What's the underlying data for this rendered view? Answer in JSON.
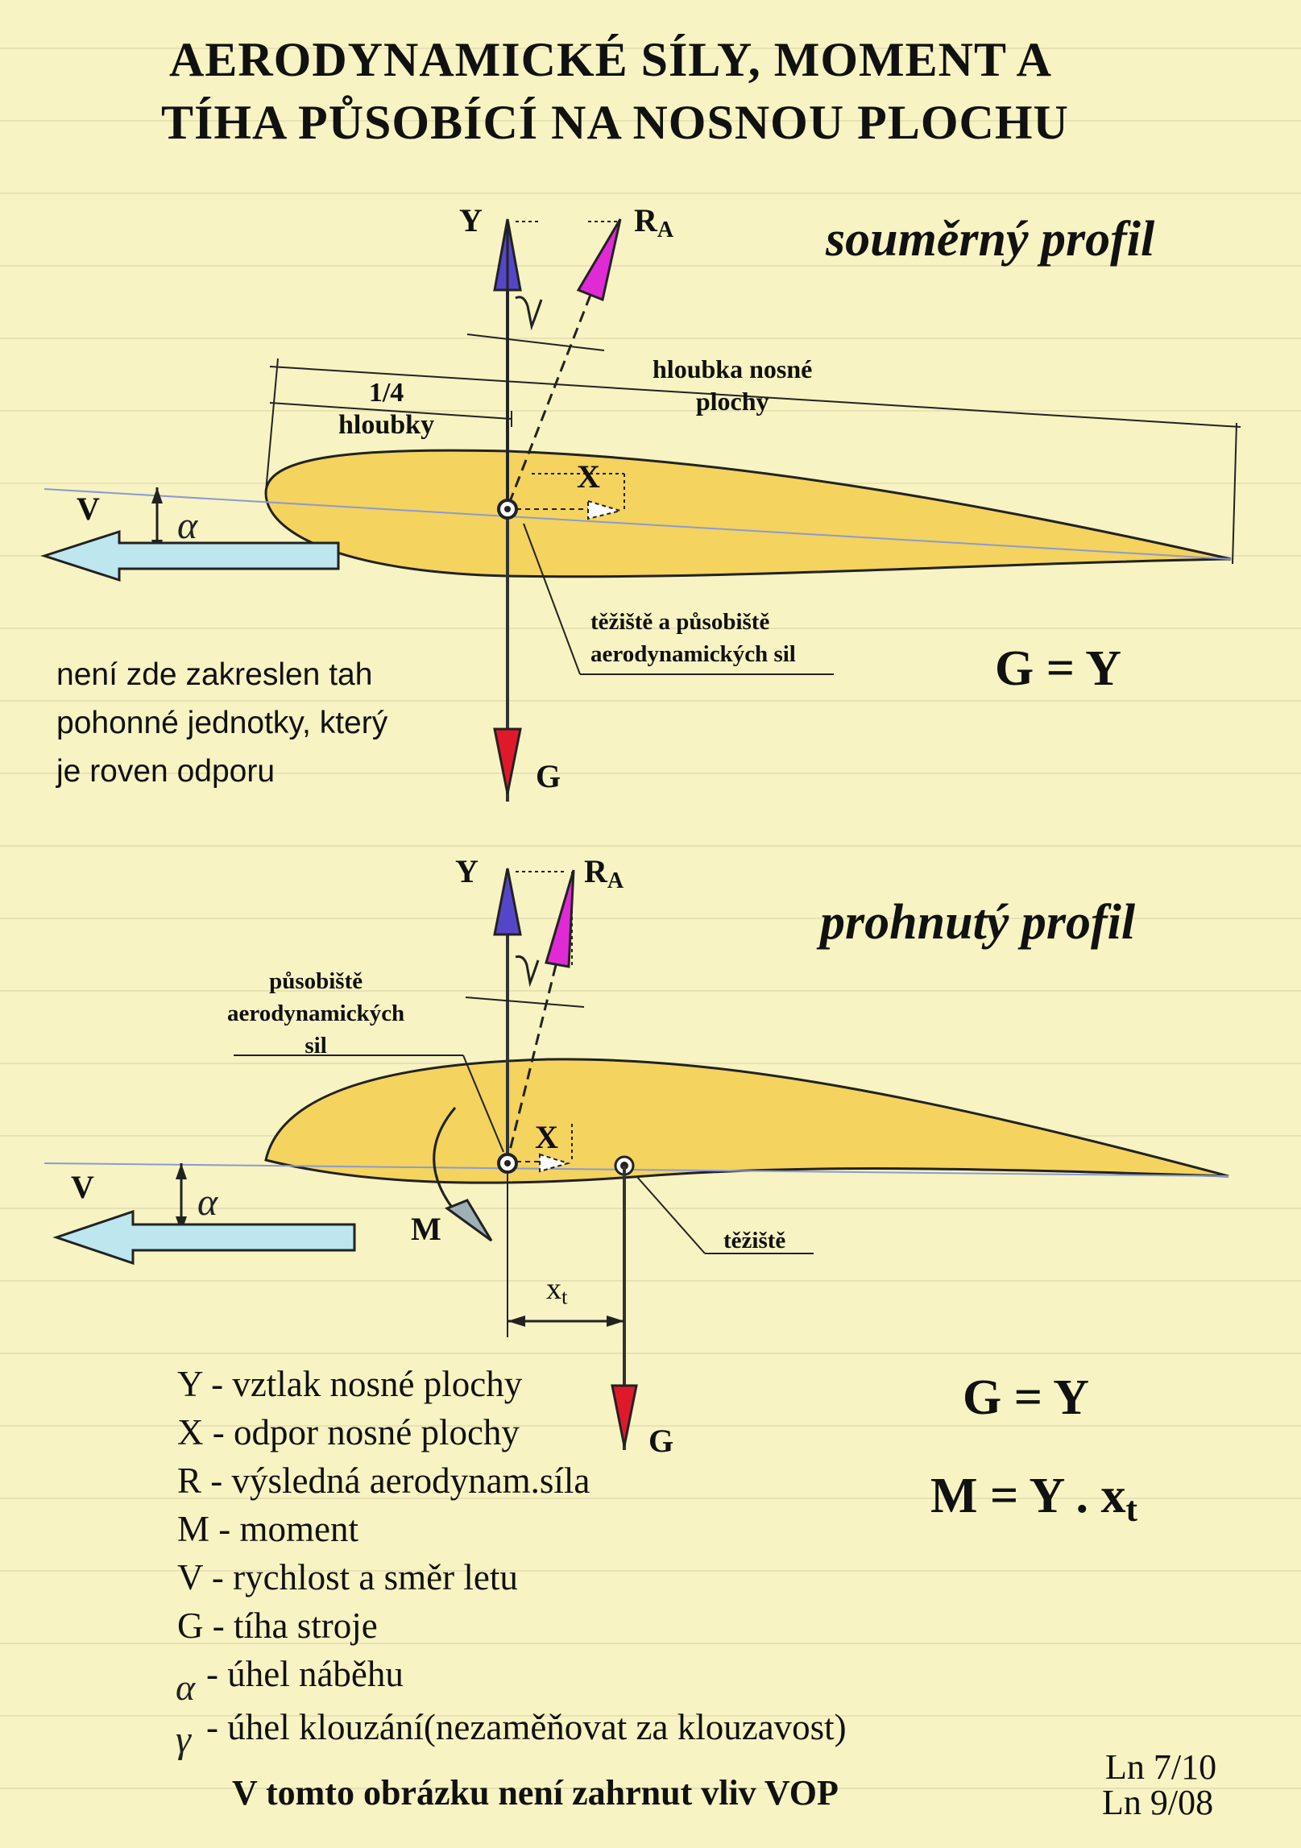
{
  "title": {
    "line1": "AERODYNAMICKÉ SÍLY, MOMENT A",
    "line2": "TÍHA PŮSOBÍCÍ NA NOSNOU PLOCHU"
  },
  "section_top": {
    "heading": "souměrný profil",
    "force_y": "Y",
    "force_r": "R",
    "force_r_sub": "A",
    "force_x": "X",
    "force_g": "G",
    "velocity": "V",
    "quarter_label": "1/4",
    "quarter_label2": "hloubky",
    "chord_label": "hloubka  nosné",
    "chord_label2": "plochy",
    "cg_label": "těžiště a působiště",
    "cg_label2": "aerodynamických sil",
    "note": [
      "není zde zakreslen tah",
      "pohonné jednotky, který",
      "je roven odporu"
    ],
    "equation": "G = Y"
  },
  "section_bottom": {
    "heading": "prohnutý profil",
    "force_y": "Y",
    "force_r": "R",
    "force_r_sub": "A",
    "force_x": "X",
    "force_g": "G",
    "velocity": "V",
    "moment": "M",
    "ac_label": "působiště",
    "ac_label2": "aerodynamických",
    "ac_label3": "sil",
    "cg_label": "těžiště",
    "distance": "x",
    "distance_sub": "t",
    "equation1": "G = Y",
    "equation2": "M = Y . x",
    "equation2_sub": "t"
  },
  "legend": [
    "Y - vztlak nosné plochy",
    "X - odpor nosné plochy",
    "R - výsledná aerodynam.síla",
    "M - moment",
    "V - rychlost a směr letu",
    "G - tíha stroje",
    "- úhel náběhu",
    "- úhel klouzání(nezaměňovat za klouzavost)"
  ],
  "footer": "V tomto obrázku není zahrnut vliv VOP",
  "refs": [
    "Ln 7/10",
    "Ln 9/08"
  ],
  "colors": {
    "background": "#f7f3c2",
    "airfoil": "#f4d35e",
    "lift_arrow": "#5546c9",
    "resultant_arrow": "#e02ad6",
    "weight_arrow": "#e0192a",
    "velocity_arrow": "#bde6ef"
  }
}
